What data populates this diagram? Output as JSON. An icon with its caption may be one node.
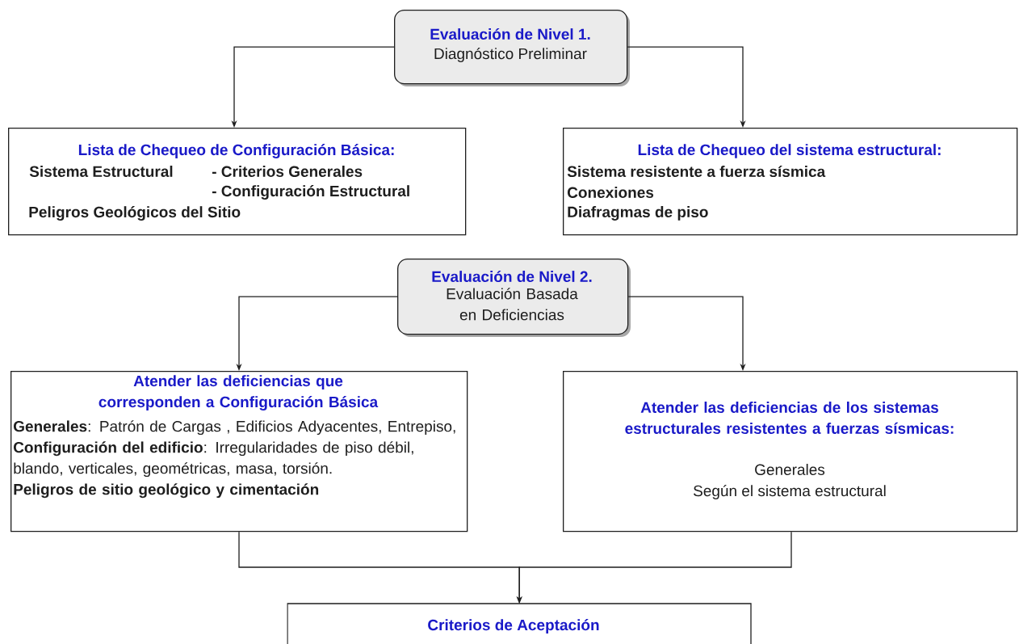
{
  "diagram": {
    "nodes": [
      {
        "text": [
          "Evaluación de Nivel 1.",
          "Diagnóstico Preliminar"
        ]
      },
      {
        "text": [
          "Lista de Chequeo de Configuración Básica:",
          "Sistema Estructural",
          "- Criterios Generales",
          "- Configuración Estructural",
          "Peligros Geológicos del Sitio"
        ]
      },
      {
        "text": [
          "Lista de Chequeo del sistema estructural:",
          "Sistema resistente a fuerza sísmica",
          "Conexiones",
          "Diafragmas de piso"
        ]
      },
      {
        "text": [
          "Evaluación de Nivel 2.",
          "Evaluación Basada en Deficiencias"
        ]
      },
      {
        "text": [
          "Atender las deficiencias que corresponden a Configuración Básica",
          "**Generales**: Patrón de Cargas , Edificios Adyacentes, Entrepiso,",
          "**Configuración del edificio**: Irregularidades de piso débil, blando, verticales, geométricas, masa, torsión.",
          "Peligros de sitio geológico y cimentación"
        ]
      },
      {
        "text": [
          "Atender las deficiencias de los sistemas estructurales resistentes a fuerzas sísmicas:",
          "Generales",
          "Según el sistema estructural"
        ]
      },
      {
        "text": [
          "Criterios de Aceptación"
        ]
      }
    ],
    "edges": [
      {
        "from": 0,
        "to": 1,
        "arrow": "to"
      },
      {
        "from": 0,
        "to": 2,
        "arrow": "to"
      },
      {
        "from": 3,
        "to": 4,
        "arrow": "to"
      },
      {
        "from": 3,
        "to": 5,
        "arrow": "to"
      },
      {
        "from": 4,
        "to": 6,
        "arrow": "to"
      },
      {
        "from": 5,
        "to": 6,
        "arrow": "to"
      }
    ]
  }
}
